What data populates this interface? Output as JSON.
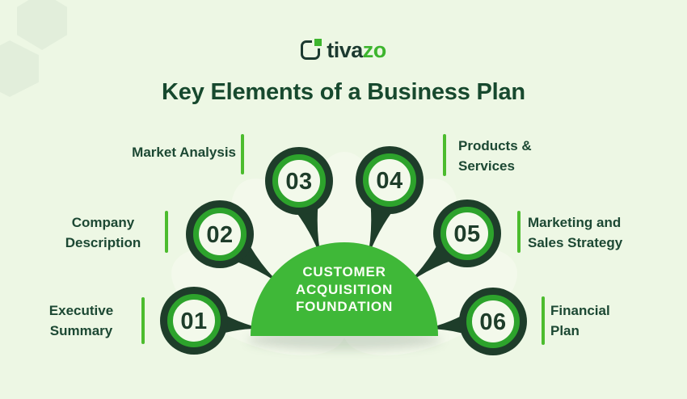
{
  "logo": {
    "brand_dark": "tiva",
    "brand_green": "zo"
  },
  "title": "Key Elements of a Business Plan",
  "center": {
    "label": "CUSTOMER\nACQUISITION\nFOUNDATION"
  },
  "items": [
    {
      "number": "01",
      "label": "Executive\nSummary"
    },
    {
      "number": "02",
      "label": "Company\nDescription"
    },
    {
      "number": "03",
      "label": "Market Analysis"
    },
    {
      "number": "04",
      "label": "Products &\nServices"
    },
    {
      "number": "05",
      "label": "Marketing and\nSales Strategy"
    },
    {
      "number": "06",
      "label": "Financial\nPlan"
    }
  ],
  "colors": {
    "background": "#edf7e4",
    "petal": "#f3f9eb",
    "dark_green": "#1e3d2a",
    "bright_green": "#3fb838",
    "ring_green": "#2da32c",
    "tick_green": "#4cbc2e",
    "title_green": "#17492e",
    "brand_dark": "#1c3a30",
    "brand_green": "#3db52e"
  }
}
